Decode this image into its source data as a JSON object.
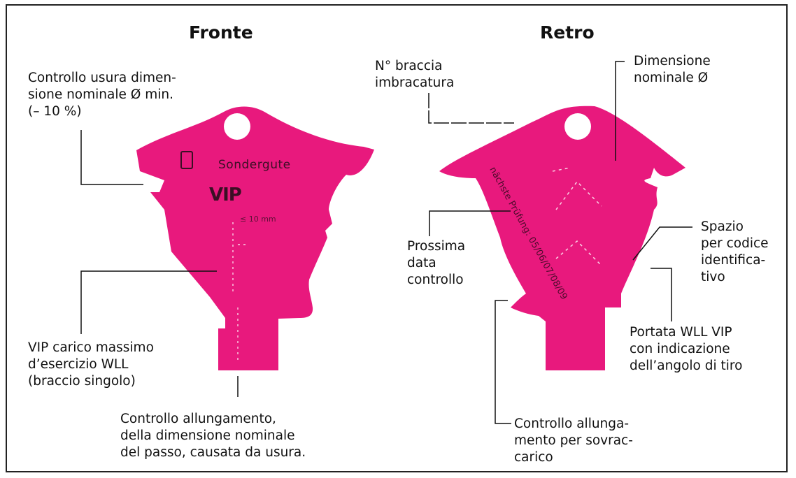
{
  "front": {
    "title": "Fronte",
    "brand_text": "Sondergute",
    "logo_text": "VIP",
    "mark_text": "≤ 10 mm",
    "labels": {
      "wear_check": "Controllo usura dimen-\nsione nominale Ø min.\n(– 10 %)",
      "wll": "VIP carico massimo\nd’esercizio WLL\n(braccio singolo)",
      "elongation": "Controllo allungamento,\ndella dimensione nominale\ndel passo, causata da usura."
    }
  },
  "back": {
    "title": "Retro",
    "stamp_text": "nächste Prüfung: 05/06/07/08/09",
    "labels": {
      "legs": "N° braccia\nimbracatura",
      "nominal": "Dimensione\nnominale Ø",
      "next_check": "Prossima\ndata\ncontrollo",
      "id_space": "Spazio\nper codice\nidentifica-\ntivo",
      "wll_angle": "Portata WLL VIP\ncon indicazione\ndell’angolo di tiro",
      "overload": "Controllo allunga-\nmento per sovrac-\ncarico"
    }
  },
  "colors": {
    "pendant": "#e8197d",
    "line": "#111111"
  }
}
